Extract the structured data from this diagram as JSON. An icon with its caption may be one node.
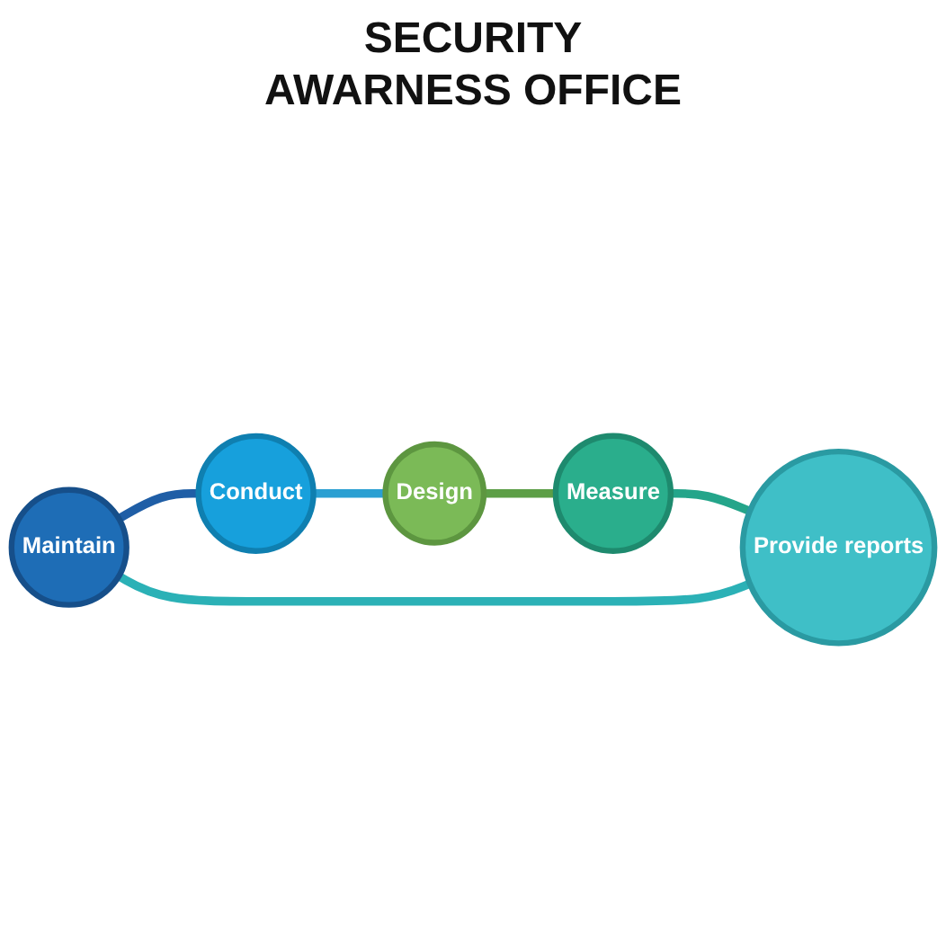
{
  "diagram": {
    "nodes": [
      {
        "text": [
          "Maintain"
        ]
      },
      {
        "text": [
          "Provide reports"
        ]
      },
      {
        "text": [
          "Conduct"
        ]
      },
      {
        "text": [
          "Measure"
        ]
      },
      {
        "text": [
          "Design"
        ]
      }
    ],
    "edges": [
      {
        "from": 0,
        "to": 2,
        "arrow": "none",
        "color": "#1f5ea6"
      },
      {
        "from": 2,
        "to": 4,
        "arrow": "none",
        "color": "#2a9fd2"
      },
      {
        "from": 4,
        "to": 3,
        "arrow": "none",
        "color": "#5c9e46"
      },
      {
        "from": 3,
        "to": 1,
        "arrow": "none",
        "color": "#24a58a"
      },
      {
        "from": 1,
        "to": 0,
        "arrow": "none",
        "color": "#2bb1b6"
      }
    ],
    "labels": [
      "SECURITY AWARNESS OFFICE"
    ]
  }
}
